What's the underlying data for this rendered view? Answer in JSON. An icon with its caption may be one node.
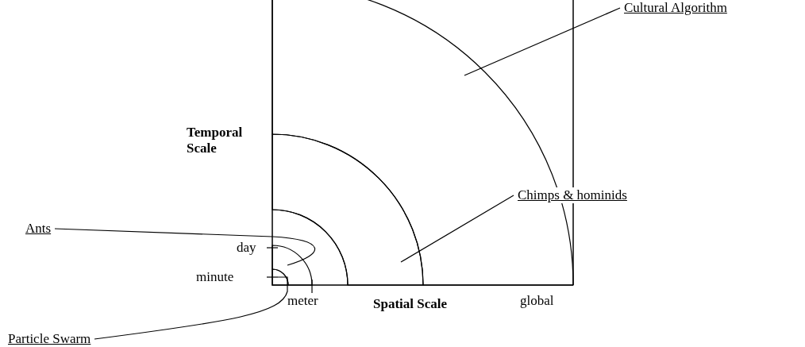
{
  "diagram": {
    "nodes": [
      {
        "text": [
          "Cultural Algorithm"
        ]
      },
      {
        "text": [
          "Chimps & hominids"
        ]
      },
      {
        "text": [
          "Ants"
        ]
      },
      {
        "text": [
          "Particle Swarm"
        ]
      },
      {
        "text": [],
        "shape": "arc"
      },
      {
        "text": [],
        "shape": "arc"
      },
      {
        "text": [],
        "shape": "arc"
      },
      {
        "text": [],
        "shape": "arc"
      }
    ],
    "edges": [
      {
        "from": 0,
        "to": 4,
        "arrow": "none"
      },
      {
        "from": 1,
        "to": 5,
        "arrow": "none"
      },
      {
        "from": 2,
        "to": 6,
        "arrow": "none"
      },
      {
        "from": 3,
        "to": 7,
        "arrow": "none"
      }
    ],
    "labels": [
      "Temporal Scale",
      "day",
      "minute",
      "meter",
      "Spatial Scale",
      "global"
    ]
  }
}
